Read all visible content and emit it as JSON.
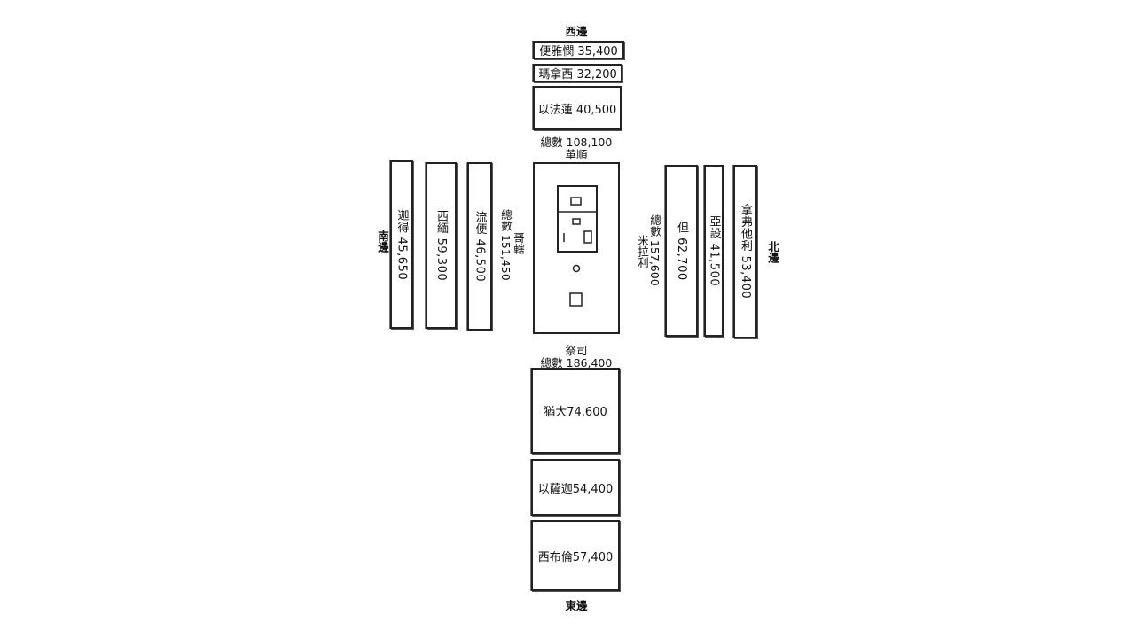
{
  "west": {
    "direction": "西邊",
    "tribes": [
      {
        "label": "便雅憫 35,400"
      },
      {
        "label": "瑪拿西 32,200"
      },
      {
        "label": "以法蓮 40,500"
      }
    ],
    "total": "總數 108,100",
    "clan": "革順"
  },
  "south": {
    "direction": "南邊",
    "tribes": [
      {
        "label": "迦得 45,650"
      },
      {
        "label": "西緬 59,300"
      },
      {
        "label": "流便 46,500"
      }
    ],
    "total": "總數 151,450",
    "clan": "哥轄"
  },
  "north": {
    "direction": "北邊",
    "tribes": [
      {
        "label": "但 62,700"
      },
      {
        "label": "亞設 41,500"
      },
      {
        "label": "拿弗他利 53,400"
      }
    ],
    "total": "總數 157,600",
    "clan": "米拉利"
  },
  "east": {
    "direction": "東邊",
    "tribes": [
      {
        "label": "猶大74,600"
      },
      {
        "label": "以薩迦54,400"
      },
      {
        "label": "西布倫57,400"
      }
    ],
    "total": "總數 186,400",
    "clan": "祭司"
  }
}
